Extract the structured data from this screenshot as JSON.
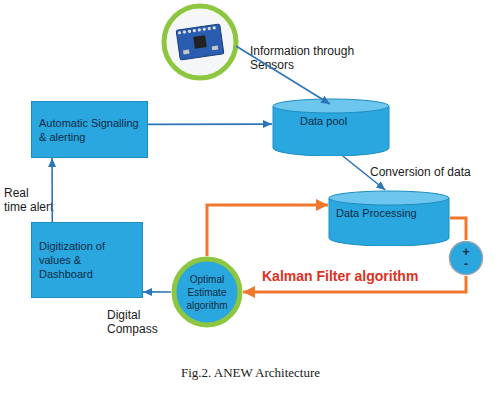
{
  "diagram": {
    "caption": "Fig.2. ANEW Architecture",
    "nodes": [
      {
        "text": [
          "Automatic Signalling & alerting"
        ]
      },
      {
        "text": [
          "Data pool"
        ]
      },
      {
        "text": [
          "Data Processing"
        ]
      },
      {
        "text": [
          "Digitization of values & Dashboard"
        ]
      },
      {
        "text": [
          "Optimal Estimate algorithm"
        ]
      },
      {
        "text": [
          "+",
          "-"
        ]
      }
    ],
    "edges": [
      {
        "from": 0,
        "to": 1,
        "arrow": "to"
      },
      {
        "from": 1,
        "to": 2,
        "label": "Conversion of data",
        "arrow": "to"
      },
      {
        "from": 2,
        "to": 5,
        "arrow": "none"
      },
      {
        "from": 5,
        "to": 4,
        "label": "Kalman Filter algorithm",
        "arrow": "to"
      },
      {
        "from": 4,
        "to": 2,
        "arrow": "to"
      },
      {
        "from": 4,
        "to": 3,
        "arrow": "to"
      },
      {
        "from": 3,
        "to": 0,
        "label": "Real time alert",
        "arrow": "to"
      }
    ],
    "labels": [
      "Information through Sensors",
      "Digital Compass"
    ]
  }
}
